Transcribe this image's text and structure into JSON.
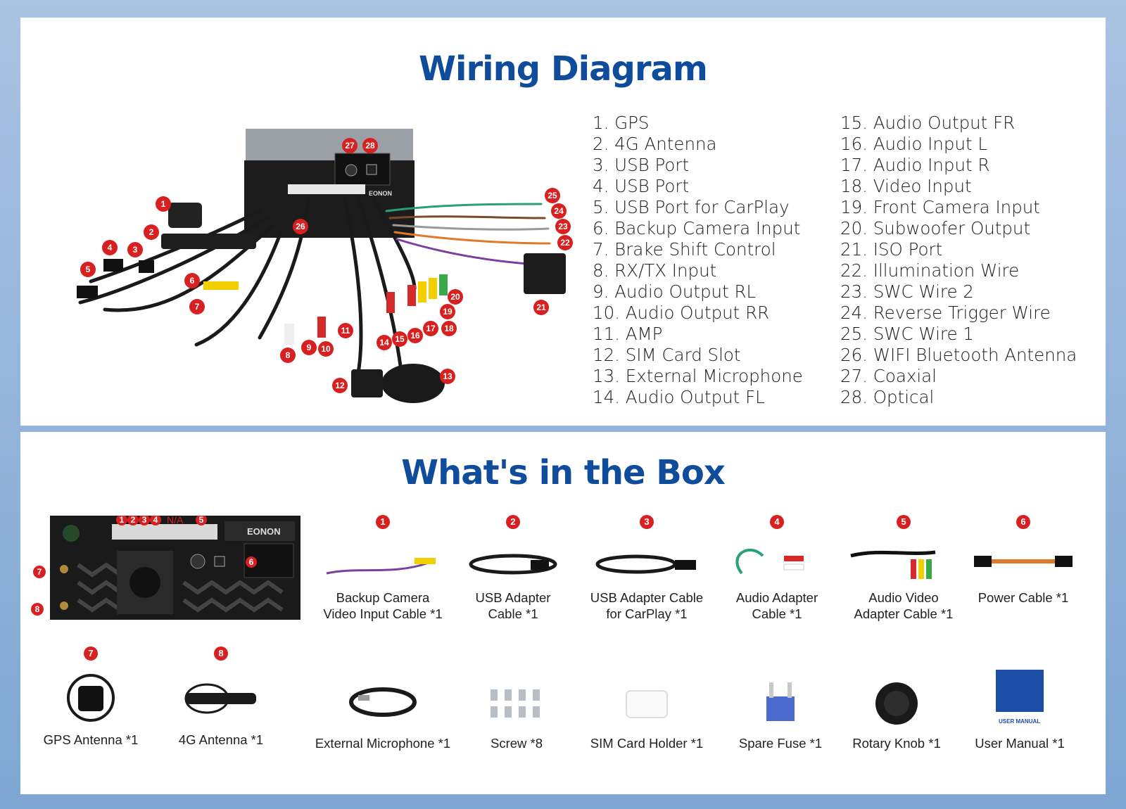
{
  "wiring": {
    "title": "Wiring Diagram",
    "legend_col1": [
      "1. GPS",
      "2. 4G Antenna",
      "3. USB Port",
      "4. USB Port",
      "5. USB Port for CarPlay",
      "6. Backup Camera Input",
      "7. Brake Shift Control",
      "8. RX/TX Input",
      "9. Audio Output RL",
      "10. Audio Output RR",
      "11. AMP",
      "12. SIM Card Slot",
      "13. External Microphone",
      "14. Audio Output FL"
    ],
    "legend_col2": [
      "15. Audio Output FR",
      "16. Audio Input L",
      "17. Audio Input R",
      "18. Video Input",
      "19. Front Camera Input",
      "20. Subwoofer Output",
      "21. ISO Port",
      "22. Illumination Wire",
      "23. SWC Wire 2",
      "24. Reverse Trigger Wire",
      "25. SWC Wire 1",
      "26. WIFI Bluetooth Antenna",
      "27. Coaxial",
      "28. Optical"
    ],
    "brand": "EONON",
    "badges": [
      "1",
      "2",
      "3",
      "4",
      "5",
      "6",
      "7",
      "8",
      "9",
      "10",
      "11",
      "12",
      "13",
      "14",
      "15",
      "16",
      "17",
      "18",
      "19",
      "20",
      "21",
      "22",
      "23",
      "24",
      "25",
      "26",
      "27",
      "28"
    ]
  },
  "box": {
    "title": "What's in the Box",
    "unit_brand": "EONON",
    "unit_port_nums": [
      "1",
      "2",
      "3",
      "4",
      "N/A",
      "5"
    ],
    "unit_side_nums": [
      "6",
      "7",
      "8"
    ],
    "row1": [
      {
        "num": "1",
        "label1": "Backup Camera",
        "label2": "Video Input Cable *1"
      },
      {
        "num": "2",
        "label1": "USB Adapter",
        "label2": "Cable *1"
      },
      {
        "num": "3",
        "label1": "USB Adapter Cable",
        "label2": "for CarPlay *1"
      },
      {
        "num": "4",
        "label1": "Audio Adapter",
        "label2": "Cable *1"
      },
      {
        "num": "5",
        "label1": "Audio Video",
        "label2": "Adapter Cable *1"
      },
      {
        "num": "6",
        "label1": "",
        "label2": "Power Cable *1"
      }
    ],
    "row2": [
      {
        "num": "7",
        "label": "GPS Antenna *1"
      },
      {
        "num": "8",
        "label": "4G Antenna *1"
      },
      {
        "num": "",
        "label": "External Microphone *1"
      },
      {
        "num": "",
        "label": "Screw *8"
      },
      {
        "num": "",
        "label": "SIM Card Holder *1"
      },
      {
        "num": "",
        "label": "Spare Fuse *1"
      },
      {
        "num": "",
        "label": "Rotary Knob *1"
      },
      {
        "num": "",
        "label": "User Manual *1"
      }
    ],
    "manual_cover": "USER MANUAL",
    "colors": {
      "title": "#0f4c9c",
      "badge": "#d82020"
    }
  }
}
